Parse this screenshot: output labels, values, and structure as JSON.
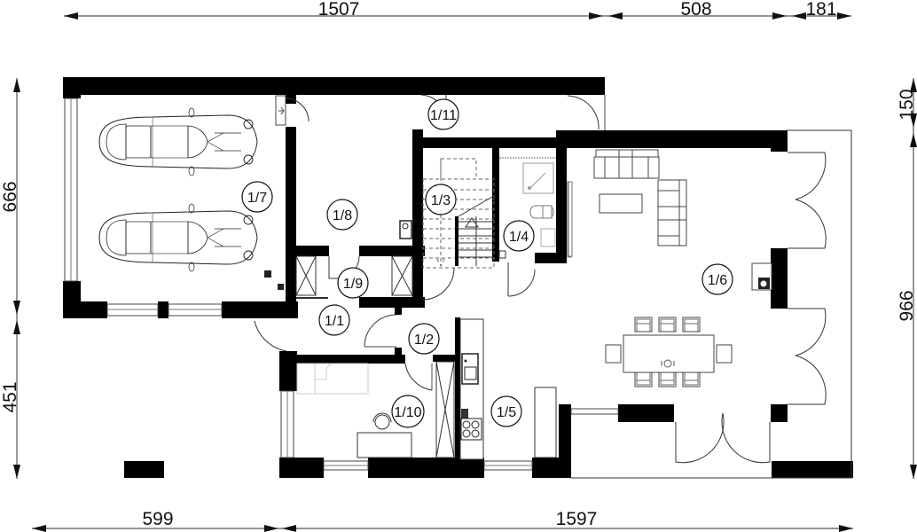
{
  "drawing": {
    "type": "architectural floor plan",
    "background": "#ffffff",
    "wall_color": "#000000"
  },
  "dimensions": {
    "top": [
      {
        "label": "1507"
      },
      {
        "label": "508"
      },
      {
        "label": "181"
      }
    ],
    "bottom": [
      {
        "label": "599"
      },
      {
        "label": "1597"
      }
    ],
    "left": [
      {
        "label": "666"
      },
      {
        "label": "451"
      }
    ],
    "right": [
      {
        "label": "150"
      },
      {
        "label": "966"
      }
    ]
  },
  "rooms": [
    {
      "id": "1/1",
      "label": "1/1"
    },
    {
      "id": "1/2",
      "label": "1/2"
    },
    {
      "id": "1/3",
      "label": "1/3"
    },
    {
      "id": "1/4",
      "label": "1/4"
    },
    {
      "id": "1/5",
      "label": "1/5"
    },
    {
      "id": "1/6",
      "label": "1/6"
    },
    {
      "id": "1/7",
      "label": "1/7"
    },
    {
      "id": "1/8",
      "label": "1/8"
    },
    {
      "id": "1/9",
      "label": "1/9"
    },
    {
      "id": "1/10",
      "label": "1/10"
    },
    {
      "id": "1/11",
      "label": "1/11"
    }
  ],
  "furniture": {
    "garage": [
      "car-top-view",
      "car-top-view"
    ],
    "living": [
      "three-seat-sofa",
      "corner-sofa",
      "coffee-table",
      "tv-panel",
      "armchair-with-fireplace"
    ],
    "dining": [
      "dining-table",
      "chair x8",
      "table-setting"
    ],
    "kitchen": [
      "sink",
      "cooktop",
      "fridge-column"
    ],
    "bathroom": [
      "shower-tray",
      "toilet",
      "washbasin"
    ],
    "study": [
      "desk",
      "office-chair",
      "bed-outline"
    ],
    "stairs": [
      "staircase-up",
      "staircase-dashed-upper"
    ]
  }
}
